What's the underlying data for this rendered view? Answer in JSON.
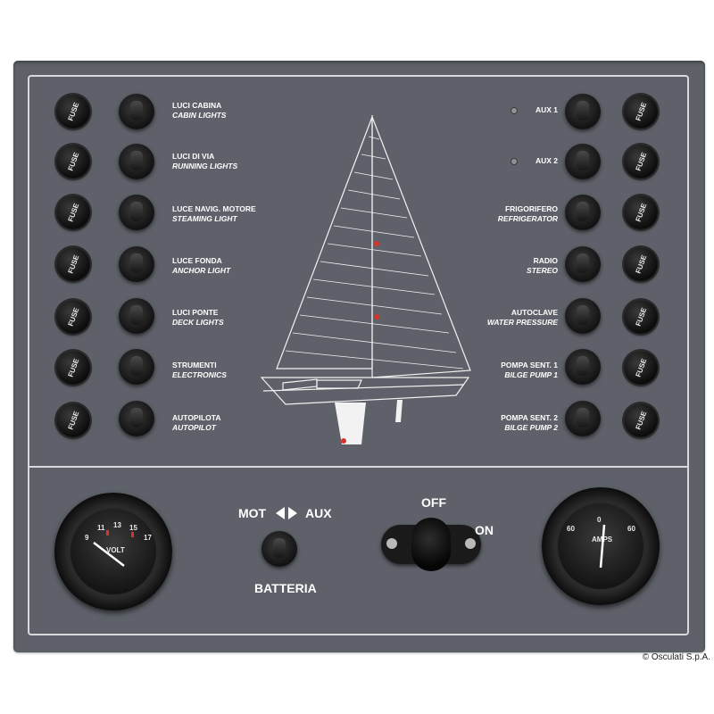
{
  "copyright": "© Osculati S.p.A.",
  "fuse_label": "FUSE",
  "left_circuits": [
    {
      "it": "LUCI CABINA",
      "en": "CABIN LIGHTS"
    },
    {
      "it": "LUCI DI VIA",
      "en": "RUNNING LIGHTS"
    },
    {
      "it": "LUCE NAVIG. MOTORE",
      "en": "STEAMING LIGHT"
    },
    {
      "it": "LUCE FONDA",
      "en": "ANCHOR LIGHT"
    },
    {
      "it": "LUCI PONTE",
      "en": "DECK LIGHTS"
    },
    {
      "it": "STRUMENTI",
      "en": "ELECTRONICS"
    },
    {
      "it": "AUTOPILOTA",
      "en": "AUTOPILOT"
    }
  ],
  "right_circuits": [
    {
      "it": "AUX 1",
      "en": ""
    },
    {
      "it": "AUX 2",
      "en": ""
    },
    {
      "it": "FRIGORIFERO",
      "en": "REFRIGERATOR"
    },
    {
      "it": "RADIO",
      "en": "STEREO"
    },
    {
      "it": "AUTOCLAVE",
      "en": "WATER PRESSURE"
    },
    {
      "it": "POMPA SENT. 1",
      "en": "BILGE PUMP 1"
    },
    {
      "it": "POMPA SENT. 2",
      "en": "BILGE PUMP 2"
    }
  ],
  "volt_gauge": {
    "unit": "VOLT",
    "ticks": [
      "9",
      "11",
      "13",
      "15",
      "17"
    ]
  },
  "amp_gauge": {
    "unit": "AMPS",
    "ticks": [
      "60",
      "0",
      "60"
    ]
  },
  "selector": {
    "left": "MOT",
    "right": "AUX",
    "label": "BATTERIA"
  },
  "main_switch": {
    "off": "OFF",
    "on": "ON"
  },
  "colors": {
    "panel": "#5e6169",
    "led_red": "#d8342c"
  }
}
